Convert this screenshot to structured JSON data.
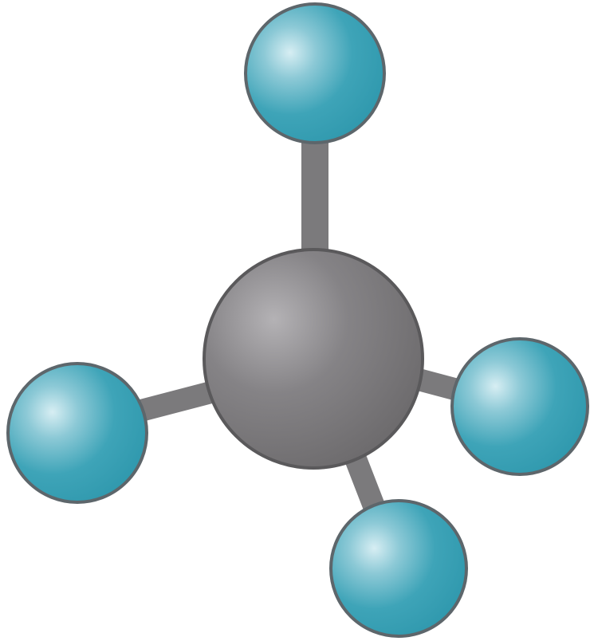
{
  "diagram": {
    "description": "",
    "atoms": [
      {
        "role": "central",
        "color": "#6d6b6d",
        "highlight": "#b4b2b5",
        "outline": "#5a595b"
      },
      {
        "role": "outer",
        "color": "#2f98ad",
        "highlight": "#d7eef3",
        "outline": "#5d666b"
      },
      {
        "role": "outer",
        "color": "#2f98ad",
        "highlight": "#d7eef3",
        "outline": "#5d666b"
      },
      {
        "role": "outer",
        "color": "#2f98ad",
        "highlight": "#d7eef3",
        "outline": "#5d666b"
      },
      {
        "role": "outer",
        "color": "#2f98ad",
        "highlight": "#d7eef3",
        "outline": "#5d666b"
      }
    ],
    "bond_color": "#7b7a7c"
  }
}
